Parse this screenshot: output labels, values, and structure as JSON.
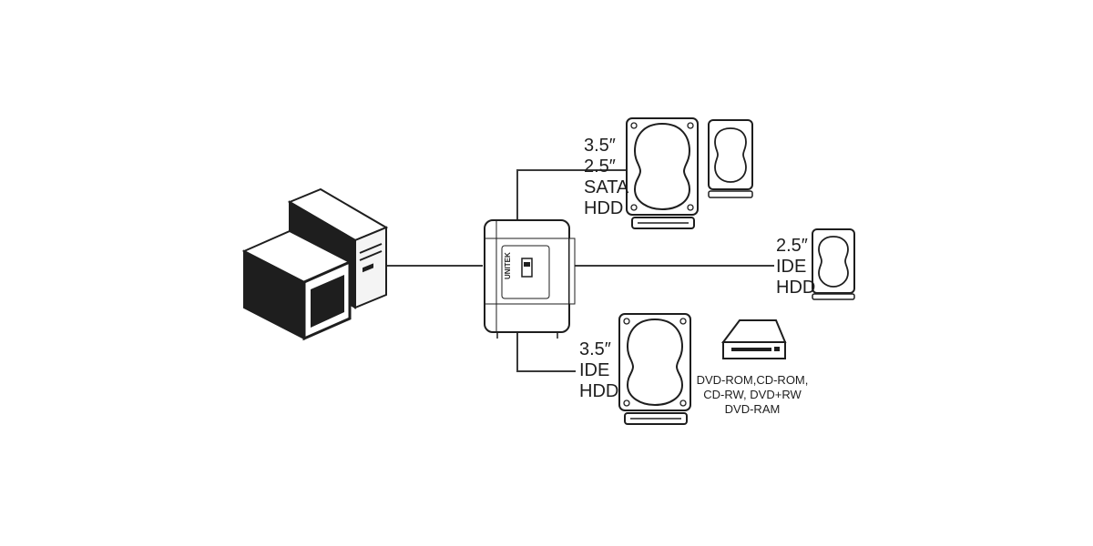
{
  "labels": {
    "sata": [
      "3.5″",
      "2.5″",
      "SATA",
      "HDD"
    ],
    "ide25": [
      "2.5″",
      "IDE",
      "HDD"
    ],
    "ide35": [
      "3.5″",
      "IDE",
      "HDD"
    ],
    "optical": [
      "DVD-ROM,CD-ROM,",
      "CD-RW, DVD+RW",
      "DVD-RAM"
    ]
  },
  "adapter_brand": "UNITEK",
  "colors": {
    "ink": "#1e1e1e",
    "line": "#3a3a3a",
    "background": "#ffffff"
  }
}
